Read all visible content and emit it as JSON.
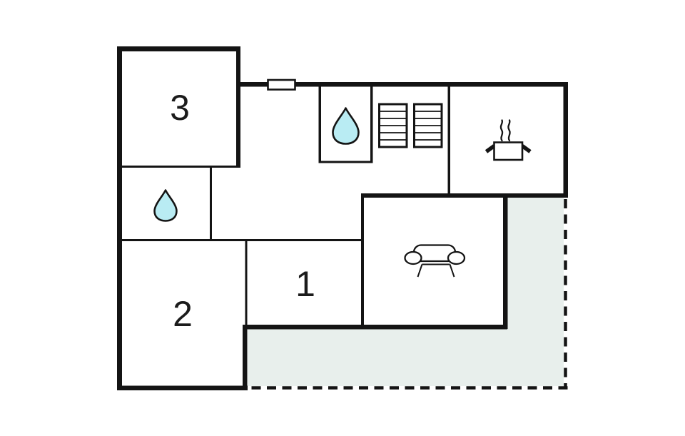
{
  "floorplan": {
    "colors": {
      "background": "#ffffff",
      "walls": "#141414",
      "terrace_fill": "#e8efec",
      "water_drop_fill": "#b9ecf3",
      "fixture_fill": "#ffffff"
    },
    "rooms": {
      "room_1_label": "1",
      "room_2_label": "2",
      "room_3_label": "3"
    },
    "icons": {
      "upper_bathroom": "water-drop",
      "lower_bathroom": "water-drop",
      "kitchen": "cooking-pot",
      "living_room": "sofa",
      "hall": "stairs",
      "top_wall_feature": "window",
      "terrace_boundary": "dashed-outline"
    }
  }
}
